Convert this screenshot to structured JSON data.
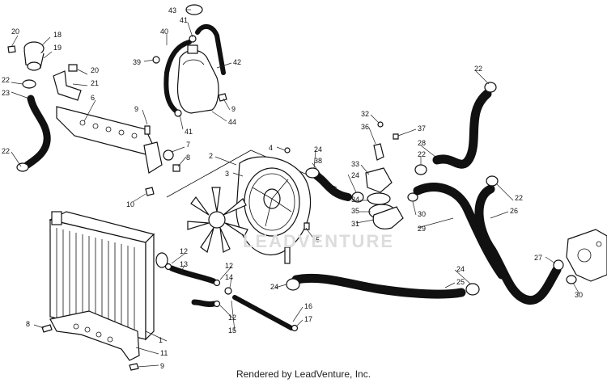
{
  "watermark": "LEADVENTURE",
  "footer": "Rendered by LeadVenture, Inc.",
  "callouts": [
    {
      "id": "c-20a",
      "text": "20"
    },
    {
      "id": "c-18",
      "text": "18"
    },
    {
      "id": "c-19",
      "text": "19"
    },
    {
      "id": "c-20b",
      "text": "20"
    },
    {
      "id": "c-21",
      "text": "21"
    },
    {
      "id": "c-22a",
      "text": "22"
    },
    {
      "id": "c-23",
      "text": "23"
    },
    {
      "id": "c-6",
      "text": "6"
    },
    {
      "id": "c-22b",
      "text": "22"
    },
    {
      "id": "c-43",
      "text": "43"
    },
    {
      "id": "c-41a",
      "text": "41"
    },
    {
      "id": "c-40",
      "text": "40"
    },
    {
      "id": "c-39",
      "text": "39"
    },
    {
      "id": "c-42",
      "text": "42"
    },
    {
      "id": "c-9a",
      "text": "9"
    },
    {
      "id": "c-9b",
      "text": "9"
    },
    {
      "id": "c-44",
      "text": "44"
    },
    {
      "id": "c-41b",
      "text": "41"
    },
    {
      "id": "c-7",
      "text": "7"
    },
    {
      "id": "c-8a",
      "text": "8"
    },
    {
      "id": "c-2",
      "text": "2"
    },
    {
      "id": "c-4",
      "text": "4"
    },
    {
      "id": "c-3",
      "text": "3"
    },
    {
      "id": "c-10",
      "text": "10"
    },
    {
      "id": "c-5",
      "text": "5"
    },
    {
      "id": "c-24a",
      "text": "24"
    },
    {
      "id": "c-38",
      "text": "38"
    },
    {
      "id": "c-24b",
      "text": "24"
    },
    {
      "id": "c-33",
      "text": "33"
    },
    {
      "id": "c-34",
      "text": "34"
    },
    {
      "id": "c-35",
      "text": "35"
    },
    {
      "id": "c-31",
      "text": "31"
    },
    {
      "id": "c-32",
      "text": "32"
    },
    {
      "id": "c-36",
      "text": "36"
    },
    {
      "id": "c-37",
      "text": "37"
    },
    {
      "id": "c-28",
      "text": "28"
    },
    {
      "id": "c-22c",
      "text": "22"
    },
    {
      "id": "c-30a",
      "text": "30"
    },
    {
      "id": "c-29",
      "text": "29"
    },
    {
      "id": "c-22d",
      "text": "22"
    },
    {
      "id": "c-22e",
      "text": "22"
    },
    {
      "id": "c-26",
      "text": "26"
    },
    {
      "id": "c-27",
      "text": "27"
    },
    {
      "id": "c-30b",
      "text": "30"
    },
    {
      "id": "c-24c",
      "text": "24"
    },
    {
      "id": "c-25",
      "text": "25"
    },
    {
      "id": "c-24d",
      "text": "24"
    },
    {
      "id": "c-16",
      "text": "16"
    },
    {
      "id": "c-17",
      "text": "17"
    },
    {
      "id": "c-12a",
      "text": "12"
    },
    {
      "id": "c-13",
      "text": "13"
    },
    {
      "id": "c-12b",
      "text": "12"
    },
    {
      "id": "c-14",
      "text": "14"
    },
    {
      "id": "c-12c",
      "text": "12"
    },
    {
      "id": "c-15",
      "text": "15"
    },
    {
      "id": "c-1",
      "text": "1"
    },
    {
      "id": "c-8b",
      "text": "8"
    },
    {
      "id": "c-11",
      "text": "11"
    },
    {
      "id": "c-9c",
      "text": "9"
    }
  ]
}
